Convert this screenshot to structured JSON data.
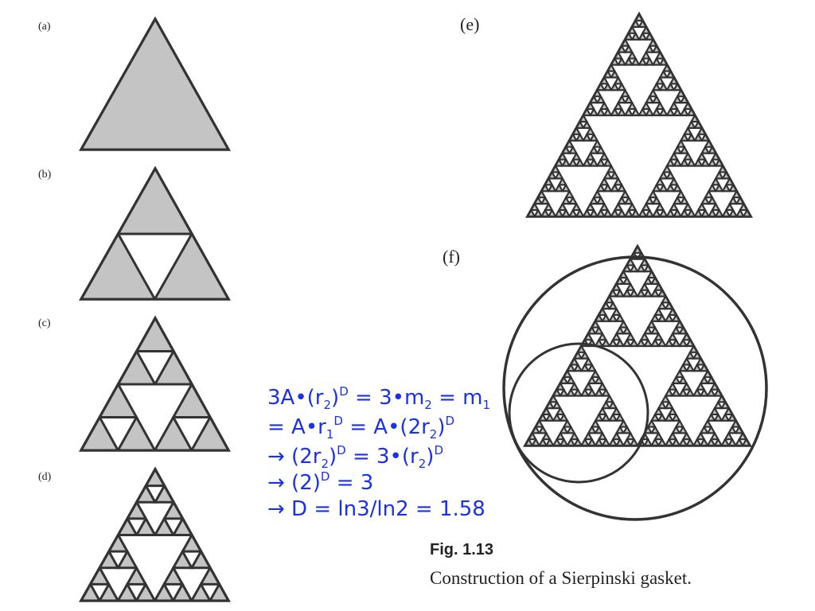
{
  "panels": {
    "a": {
      "label": "(a)",
      "depth": 0
    },
    "b": {
      "label": "(b)",
      "depth": 1
    },
    "c": {
      "label": "(c)",
      "depth": 2
    },
    "d": {
      "label": "(d)",
      "depth": 3
    },
    "e": {
      "label": "(e)",
      "depth": 5
    },
    "f": {
      "label": "(f)",
      "depth": 5
    }
  },
  "colors": {
    "fill_gray": "#c4c4c4",
    "stroke_dark": "#333333",
    "equation_blue": "#1a32e6"
  },
  "equations": {
    "line1": {
      "p1": "3A•(r",
      "s1": "2",
      "p2": ")",
      "sup1": "D",
      "p3": " = 3•m",
      "s2": "2",
      "p4": " = m",
      "s3": "1"
    },
    "line2": {
      "p1": "= A•r",
      "s1": "1",
      "sup1": "D",
      "p2": " = A•(2r",
      "s2": "2",
      "p3": ")",
      "sup2": "D"
    },
    "line3": {
      "p1": "→ (2r",
      "s1": "2",
      "p2": ")",
      "sup1": "D",
      "p3": " = 3•(r",
      "s2": "2",
      "p4": ")",
      "sup2": "D"
    },
    "line4": {
      "p1": "→ (2)",
      "sup1": "D",
      "p2": " = 3"
    },
    "line5": {
      "p1": "→ D = ln3/ln2 = 1.58"
    }
  },
  "figure": {
    "number": "Fig. 1.13",
    "caption": "Construction of a Sierpinski gasket."
  }
}
